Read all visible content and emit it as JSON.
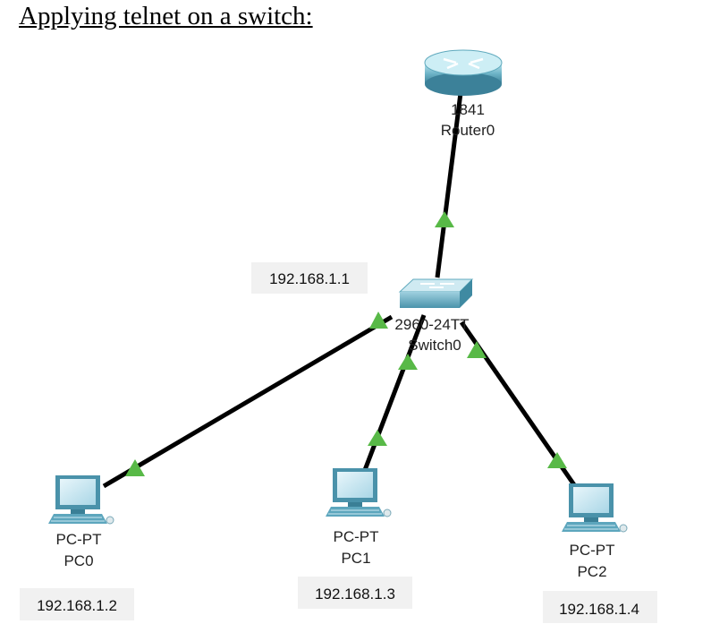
{
  "heading": "Applying telnet on a switch:",
  "colors": {
    "link": "#000000",
    "status_up": "#58b947",
    "ip_box": "#f1f1f1"
  },
  "devices": {
    "router": {
      "model": "1841",
      "name": "Router0",
      "icon": "router-icon"
    },
    "switch": {
      "model": "2960-24TT",
      "name": "Switch0",
      "ip": "192.168.1.1",
      "icon": "switch-icon"
    },
    "pc0": {
      "model": "PC-PT",
      "name": "PC0",
      "ip": "192.168.1.2",
      "icon": "pc-icon"
    },
    "pc1": {
      "model": "PC-PT",
      "name": "PC1",
      "ip": "192.168.1.3",
      "icon": "pc-icon"
    },
    "pc2": {
      "model": "PC-PT",
      "name": "PC2",
      "ip": "192.168.1.4",
      "icon": "pc-icon"
    }
  },
  "links": [
    {
      "from": "router",
      "to": "switch",
      "status": "up"
    },
    {
      "from": "switch",
      "to": "pc0",
      "status": "up"
    },
    {
      "from": "switch",
      "to": "pc1",
      "status": "up"
    },
    {
      "from": "switch",
      "to": "pc2",
      "status": "up"
    }
  ]
}
